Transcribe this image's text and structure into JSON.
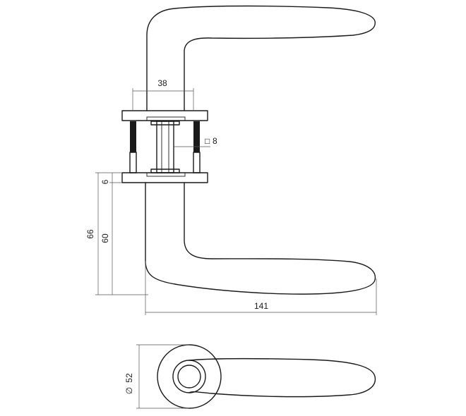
{
  "dimensions": {
    "rose_spacing": "38",
    "spindle_square": "8",
    "rose_thickness": "6",
    "total_height": "66",
    "lever_height": "60",
    "lever_length": "141",
    "rose_diameter": "52"
  },
  "symbols": {
    "square": "□",
    "diameter": "∅"
  }
}
